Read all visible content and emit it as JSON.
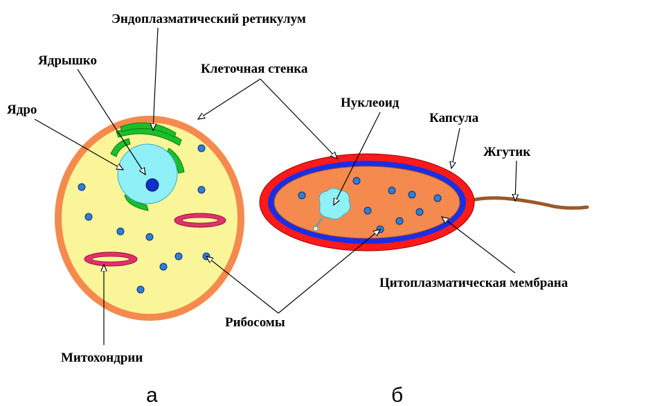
{
  "labels": {
    "er": "Эндоплазматический ретикулум",
    "nucleolus": "Ядрышко",
    "cell_wall": "Клеточная стенка",
    "nucleus": "Ядро",
    "nucleoid": "Нуклеоид",
    "capsule": "Капсула",
    "flagellum": "Жгутик",
    "membrane": "Цитоплазматическая мембрана",
    "ribosomes": "Рибосомы",
    "mitochondria": "Митохондрии"
  },
  "captions": {
    "a": "а",
    "b": "б"
  },
  "colors": {
    "cell_wall": "#f48a4e",
    "cytoplasm_a": "#fbf59a",
    "nucleus": "#8ff0f8",
    "nucleolus": "#1030c8",
    "er": "#1bbf2a",
    "mitochondria": "#e0326a",
    "ribosome": "#2f7fd3",
    "capsule": "#ff1a1a",
    "membrane_b": "#1a2ee6",
    "cytoplasm_b": "#f48a4e",
    "flagellum": "#9b5a2a"
  }
}
